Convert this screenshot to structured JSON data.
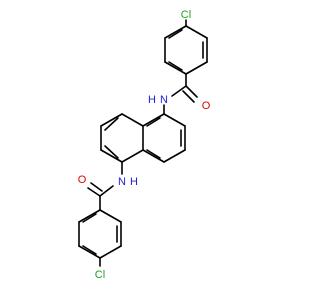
{
  "molecule": {
    "atom_labels": {
      "cl_top": "Cl",
      "o_top": "O",
      "nh_top": "N",
      "h_top": "H",
      "n_bottom": "N",
      "h_bottom": "H",
      "o_bottom": "O",
      "cl_bottom": "Cl"
    },
    "colors": {
      "bond": "#000000",
      "chlorine": "#1fa01f",
      "oxygen": "#e00000",
      "nitrogen": "#2020e0",
      "background": "#ffffff"
    }
  }
}
